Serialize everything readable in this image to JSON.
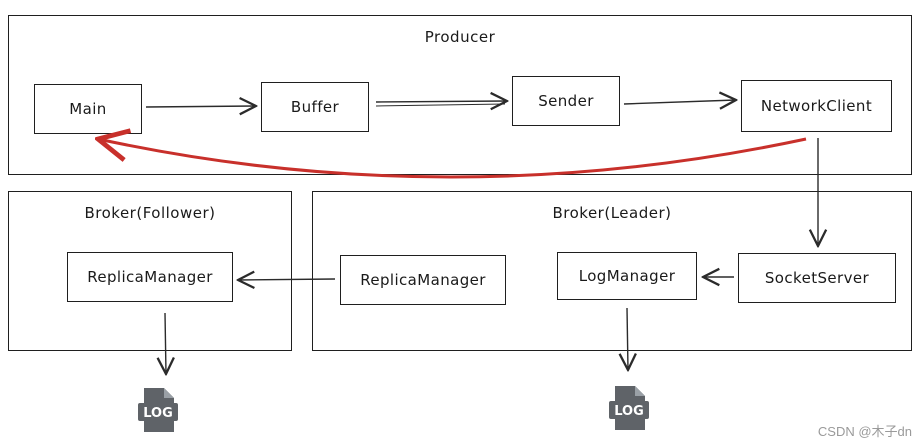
{
  "groups": {
    "producer": "Producer",
    "follower": "Broker(Follower)",
    "leader": "Broker(Leader)"
  },
  "nodes": {
    "main": "Main",
    "buffer": "Buffer",
    "sender": "Sender",
    "network_client": "NetworkClient",
    "follower_replica_manager": "ReplicaManager",
    "leader_replica_manager": "ReplicaManager",
    "log_manager": "LogManager",
    "socket_server": "SocketServer"
  },
  "log_icons": [
    "LOG",
    "LOG"
  ],
  "colors": {
    "line": "#2b2b2b",
    "return_arrow": "#c8302b",
    "log_icon": "#5f6368"
  },
  "watermark": "CSDN @木子dn"
}
